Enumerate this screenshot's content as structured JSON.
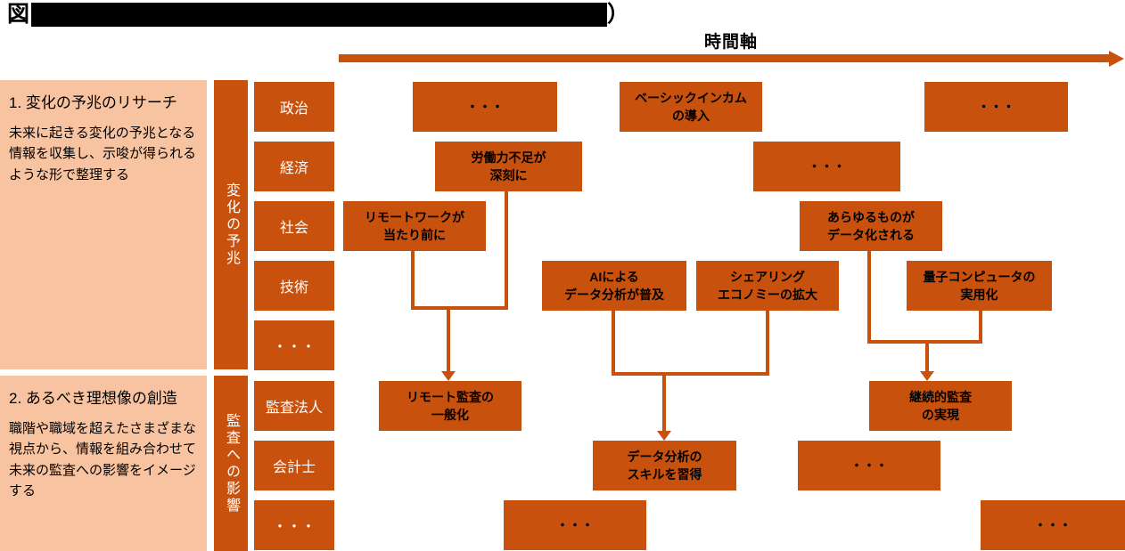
{
  "header": {
    "title_prefix": "図",
    "title_suffix": "）",
    "title_redacted": "■",
    "time_axis_label": "時間軸"
  },
  "left_panels": [
    {
      "heading": "1. 変化の予兆のリサーチ",
      "body": "未来に起きる変化の予兆となる情報を収集し、示唆が得られるような形で整理する"
    },
    {
      "heading": "2. あるべき理想像の創造",
      "body": "職階や職域を超えたさまざまな視点から、情報を組み合わせて未来の監査への影響をイメージする"
    }
  ],
  "sections": [
    {
      "label": "変化の予兆",
      "rows": [
        "政治",
        "経済",
        "社会",
        "技術",
        "・・・"
      ]
    },
    {
      "label": "監査への影響",
      "rows": [
        "監査法人",
        "会計士",
        "・・・"
      ]
    }
  ],
  "boxes": {
    "politics_1": "・・・",
    "politics_2": "ベーシックインカム\nの導入",
    "politics_3": "・・・",
    "economy_1": "労働力不足が\n深刻に",
    "economy_2": "・・・",
    "society_1": "リモートワークが\n当たり前に",
    "society_2": "あらゆるものが\nデータ化される",
    "tech_1": "AIによる\nデータ分析が普及",
    "tech_2": "シェアリング\nエコノミーの拡大",
    "tech_3": "量子コンピュータの\n実用化",
    "firm_1": "リモート監査の\n一般化",
    "firm_2": "継続的監査\nの実現",
    "cpa_1": "データ分析の\nスキルを習得",
    "cpa_2": "・・・",
    "others_bottom_1": "・・・",
    "others_bottom_2": "・・・"
  },
  "colors": {
    "box_orange": "#C8510D",
    "panel_salmon": "#F8C3A0",
    "connector": "#C8510D",
    "box_text": "#000000",
    "label_text": "#FFFFFF"
  }
}
